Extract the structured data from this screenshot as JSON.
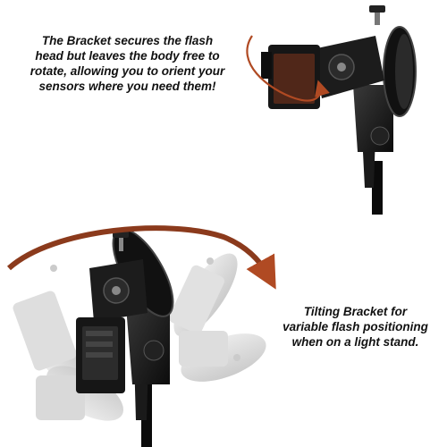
{
  "captions": {
    "top": [
      "The Bracket secures the flash",
      "head but leaves the body free to",
      "rotate, allowing you to orient your",
      "sensors where you need them!"
    ],
    "bottom": [
      "Tilting Bracket for",
      "variable flash positioning",
      "when on a light stand."
    ]
  },
  "colors": {
    "arrow": "#b04a23",
    "text": "#111111",
    "background": "#ffffff"
  },
  "icons": {
    "top_arrow": "rotation-arrow-icon",
    "bottom_arrow": "tilt-arc-arrow-icon"
  }
}
